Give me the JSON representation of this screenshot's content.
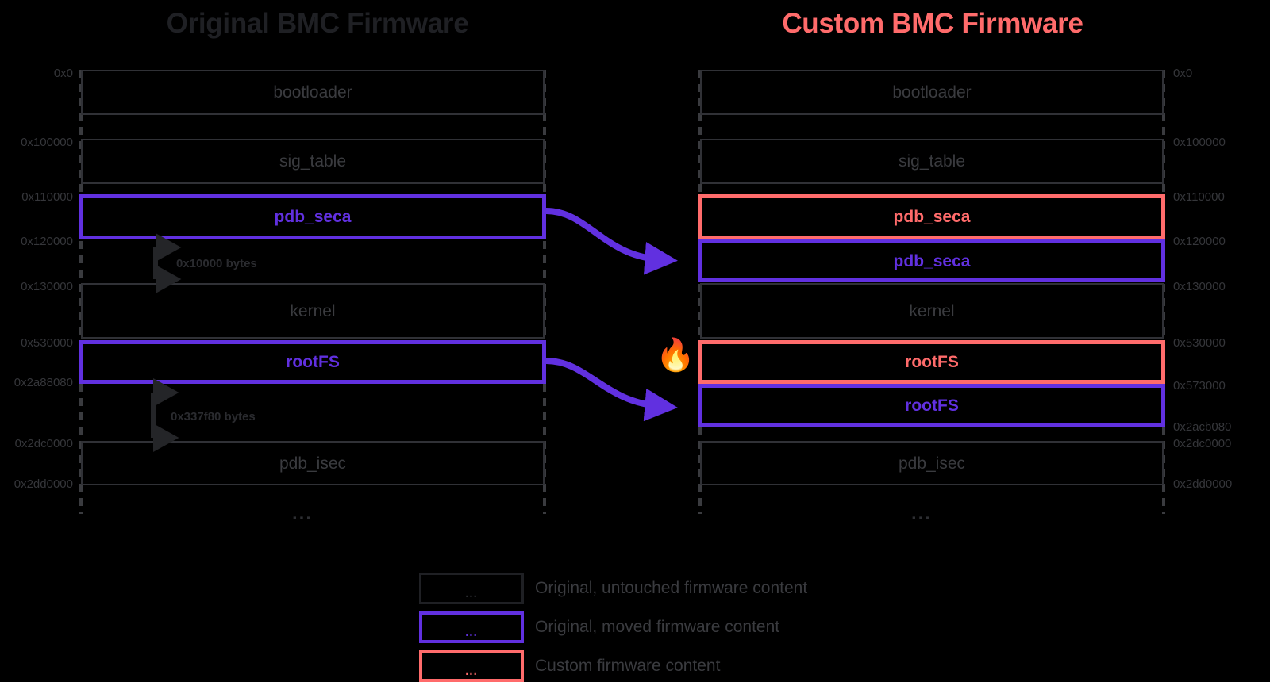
{
  "titles": {
    "left": "Original BMC Firmware",
    "right": "Custom BMC Firmware"
  },
  "colors": {
    "background": "#000000",
    "untouched_border": "#303136",
    "untouched_text": "#3a3b3f",
    "moved": "#6130e0",
    "custom": "#ff6b6b",
    "title_left": "#1f2024",
    "title_right": "#ff6b6b",
    "address_text": "#35363a"
  },
  "left_column": {
    "segments": [
      {
        "label": "bootloader",
        "kind": "untouched"
      },
      {
        "label": "sig_table",
        "kind": "untouched"
      },
      {
        "label": "pdb_seca",
        "kind": "moved"
      },
      {
        "label": "kernel",
        "kind": "untouched"
      },
      {
        "label": "rootFS",
        "kind": "moved"
      },
      {
        "label": "pdb_isec",
        "kind": "untouched"
      }
    ],
    "addresses": [
      "0x0",
      "0x100000",
      "0x110000",
      "0x120000",
      "0x130000",
      "0x530000",
      "0x2a88080",
      "0x2dc0000",
      "0x2dd0000"
    ],
    "gap_labels": [
      "0x10000 bytes",
      "0x337f80 bytes"
    ],
    "tail_dots": "..."
  },
  "right_column": {
    "segments": [
      {
        "label": "bootloader",
        "kind": "untouched"
      },
      {
        "label": "sig_table",
        "kind": "untouched"
      },
      {
        "label": "pdb_seca",
        "kind": "custom"
      },
      {
        "label": "pdb_seca",
        "kind": "moved"
      },
      {
        "label": "kernel",
        "kind": "untouched"
      },
      {
        "label": "rootFS",
        "kind": "custom"
      },
      {
        "label": "rootFS",
        "kind": "moved"
      },
      {
        "label": "pdb_isec",
        "kind": "untouched"
      }
    ],
    "addresses": [
      "0x0",
      "0x100000",
      "0x110000",
      "0x120000",
      "0x130000",
      "0x530000",
      "0x573000",
      "0x2acb080",
      "0x2dc0000",
      "0x2dd0000"
    ],
    "tail_dots": "..."
  },
  "annotations": {
    "fire_emoji": "🔥"
  },
  "legend": {
    "rows": [
      {
        "kind": "untouched",
        "dots": "...",
        "text": "Original, untouched firmware content"
      },
      {
        "kind": "moved",
        "dots": "...",
        "text": "Original, moved firmware content"
      },
      {
        "kind": "custom",
        "dots": "...",
        "text": "Custom firmware content"
      }
    ]
  }
}
